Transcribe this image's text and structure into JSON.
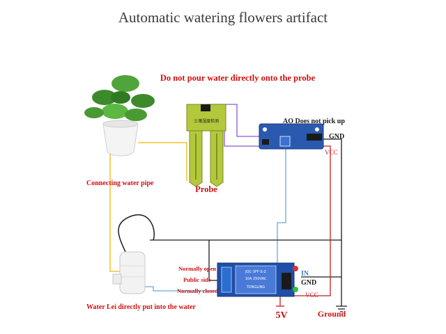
{
  "title": "Automatic watering flowers artifact",
  "labels": {
    "warning": "Do not pour water directly onto the probe",
    "ao_note": "AO Does not pick up",
    "gnd_top": "GND",
    "vcc_top": "VCC",
    "pipe": "Connecting water pipe",
    "probe": "Probe",
    "normally_open": "Normally open",
    "public_side": "Public side",
    "normally_closed": "Normally closed",
    "in": "IN",
    "gnd_relay": "GND",
    "vcc_relay": "VCC",
    "pump_note": "Water Lei directly put into the water",
    "five_v": "5V",
    "ground": "Ground"
  },
  "probe_board_text": "土壤湿度检测",
  "relay_text": [
    "JQC-3FF-S-Z",
    "10A 250VAC",
    "TONGLING"
  ],
  "colors": {
    "title": "#3a3a3a",
    "warning": "#d01010",
    "pipe_label": "#d01010",
    "wire_yellow": "#f2c230",
    "wire_purple": "#8a5ad0",
    "wire_blue": "#6aa8d8",
    "wire_black": "#1a1a1a",
    "wire_red": "#c02020",
    "probe_green": "#b4c83c",
    "board_blue": "#2a5ab0"
  }
}
